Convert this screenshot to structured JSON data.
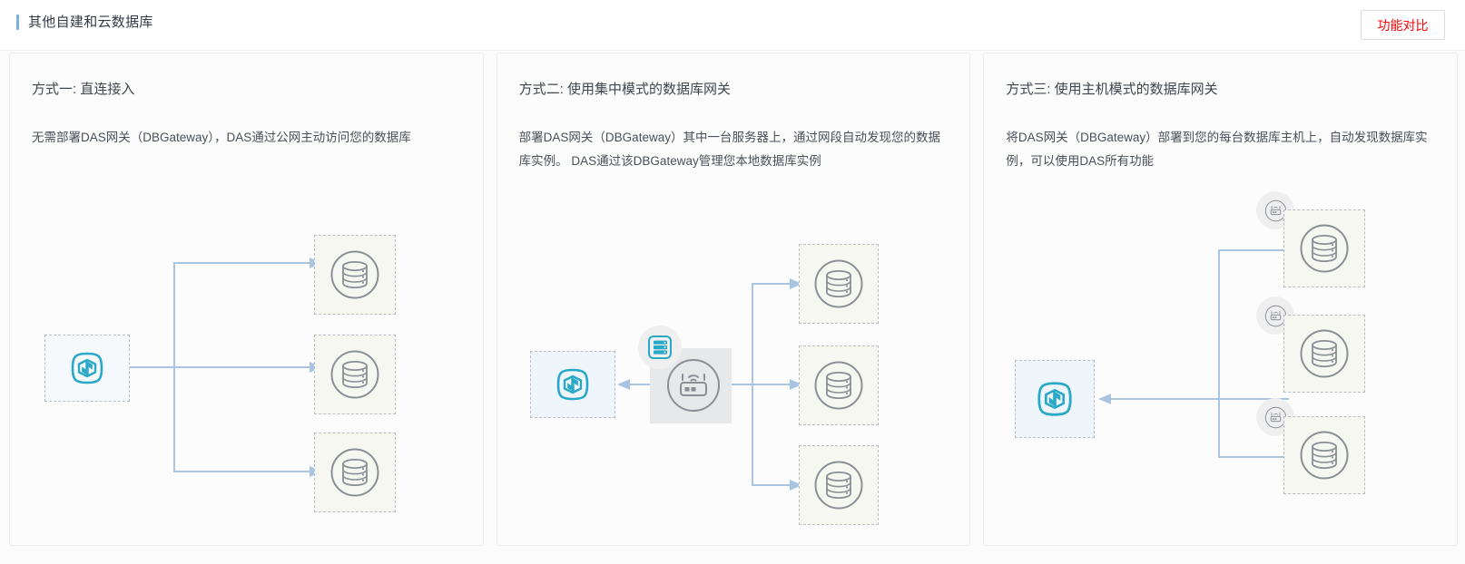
{
  "header": {
    "title": "其他自建和云数据库",
    "compare_button": "功能对比",
    "accent_bar_color": "#7eaddc",
    "compare_button_text_color": "#fa0207"
  },
  "colors": {
    "link_line": "#a9c5e2",
    "das_logo": "#29a8c8",
    "db_icon": "#8a8f96",
    "dashed_border": "#b9bec6",
    "db_box_fill": "#f6f7f1",
    "das_box_fill": "#eef6fb",
    "gateway_square_fill": "#e7e8ea",
    "badge_fill": "#efeff0",
    "card_background": "#fcfcfc",
    "page_background": "#fbfbfc"
  },
  "cards": [
    {
      "id": "direct-connect",
      "title": "方式一: 直连接入",
      "description": "无需部署DAS网关（DBGateway），DAS通过公网主动访问您的数据库",
      "icons": [
        "das-logo-icon",
        "database-icon",
        "database-icon",
        "database-icon"
      ],
      "flow_direction": "das-to-databases",
      "database_count": 3
    },
    {
      "id": "centralized-gateway",
      "title": "方式二: 使用集中模式的数据库网关",
      "description": "部署DAS网关（DBGateway）其中一台服务器上，通过网段自动发现您的数据库实例。 DAS通过该DBGateway管理您本地数据库实例",
      "icons": [
        "das-logo-icon",
        "server-stack-icon",
        "gateway-router-icon",
        "database-icon",
        "database-icon",
        "database-icon"
      ],
      "flow_direction": "gateway-to-das-and-databases",
      "database_count": 3
    },
    {
      "id": "host-mode-gateway",
      "title": "方式三: 使用主机模式的数据库网关",
      "description": "将DAS网关（DBGateway）部署到您的每台数据库主机上，自动发现数据库实例，可以使用DAS所有功能",
      "icons": [
        "das-logo-icon",
        "gateway-router-icon",
        "gateway-router-icon",
        "gateway-router-icon",
        "database-icon",
        "database-icon",
        "database-icon"
      ],
      "flow_direction": "databases-to-das",
      "database_count": 3
    }
  ]
}
